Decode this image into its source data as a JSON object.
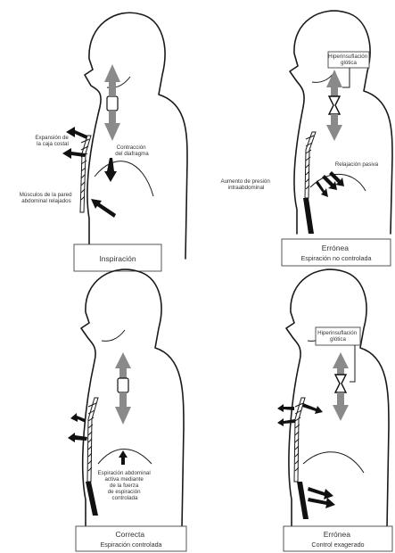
{
  "panels": [
    {
      "caption": [
        "Inspiración"
      ],
      "labels": {
        "rib_expansion": [
          "Expansión de",
          "la caja costal"
        ],
        "diaphragm": [
          "Contracción",
          "del diafragma"
        ],
        "abdominal": [
          "Músculos de la pared",
          "abdominal relajados"
        ]
      }
    },
    {
      "caption": [
        "Errónea",
        "Espiración no controlada"
      ],
      "labels": {
        "hyperinflation": [
          "Hiperinsuflación",
          "glótica"
        ],
        "relax": [
          "Relajación pasiva"
        ],
        "pressure": [
          "Aumento de presión",
          "intraabdominal"
        ]
      }
    },
    {
      "caption": [
        "Correcta",
        "Espiración controlada"
      ],
      "labels": {
        "ascent": [
          "Espiración abdominal",
          "activa mediante",
          "de la fuerza",
          "de espiración",
          "controlada"
        ]
      }
    },
    {
      "caption": [
        "Errónea",
        "Control exagerado"
      ],
      "labels": {
        "hyperinflation": [
          "Hiperinsuflación",
          "glótica"
        ]
      }
    }
  ]
}
